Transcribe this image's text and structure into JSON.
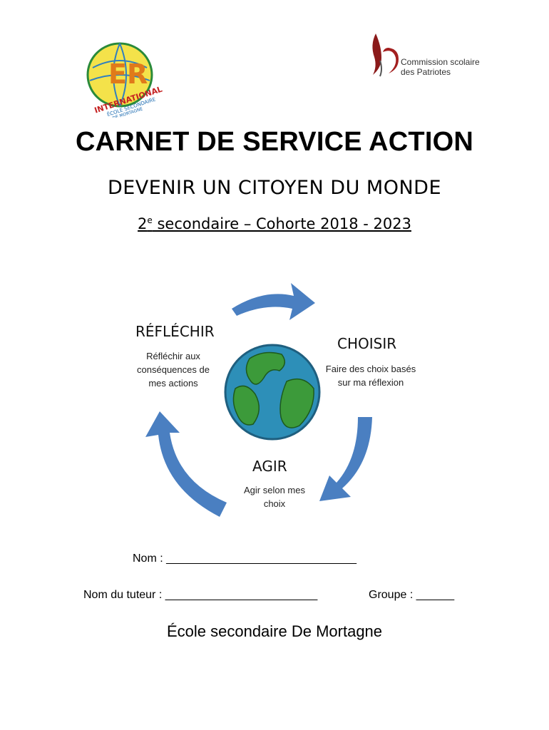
{
  "header": {
    "school_logo_text": [
      "INTERNATIONAL",
      "ÉCOLE SECONDAIRE",
      "DE MORTAGNE"
    ],
    "board_name_line1": "Commission scolaire",
    "board_name_line2": "des Patriotes"
  },
  "title": "CARNET DE SERVICE ACTION",
  "subtitle": "DEVENIR UN CITOYEN DU MONDE",
  "cohort": {
    "grade_number": "2",
    "grade_suffix": "e",
    "text": " secondaire – Cohorte 2018 - 2023"
  },
  "cycle": {
    "reflechir": {
      "heading": "RÉFLÉCHIR",
      "desc_line1": "Réfléchir aux",
      "desc_line2": "conséquences de",
      "desc_line3": "mes actions"
    },
    "choisir": {
      "heading": "CHOISIR",
      "desc_line1": "Faire des choix basés",
      "desc_line2": "sur ma réflexion"
    },
    "agir": {
      "heading": "AGIR",
      "desc_line1": "Agir selon mes",
      "desc_line2": "choix"
    }
  },
  "form": {
    "nom": "Nom : ______________________________",
    "tuteur": "Nom du tuteur : ________________________",
    "groupe": "Groupe : ______"
  },
  "footer": {
    "school_name": "École secondaire De Mortagne"
  },
  "colors": {
    "arrow": "#4a7fc1",
    "ocean": "#2d8fb8",
    "land": "#3c9a3a",
    "logo_red": "#8b1a1a"
  }
}
